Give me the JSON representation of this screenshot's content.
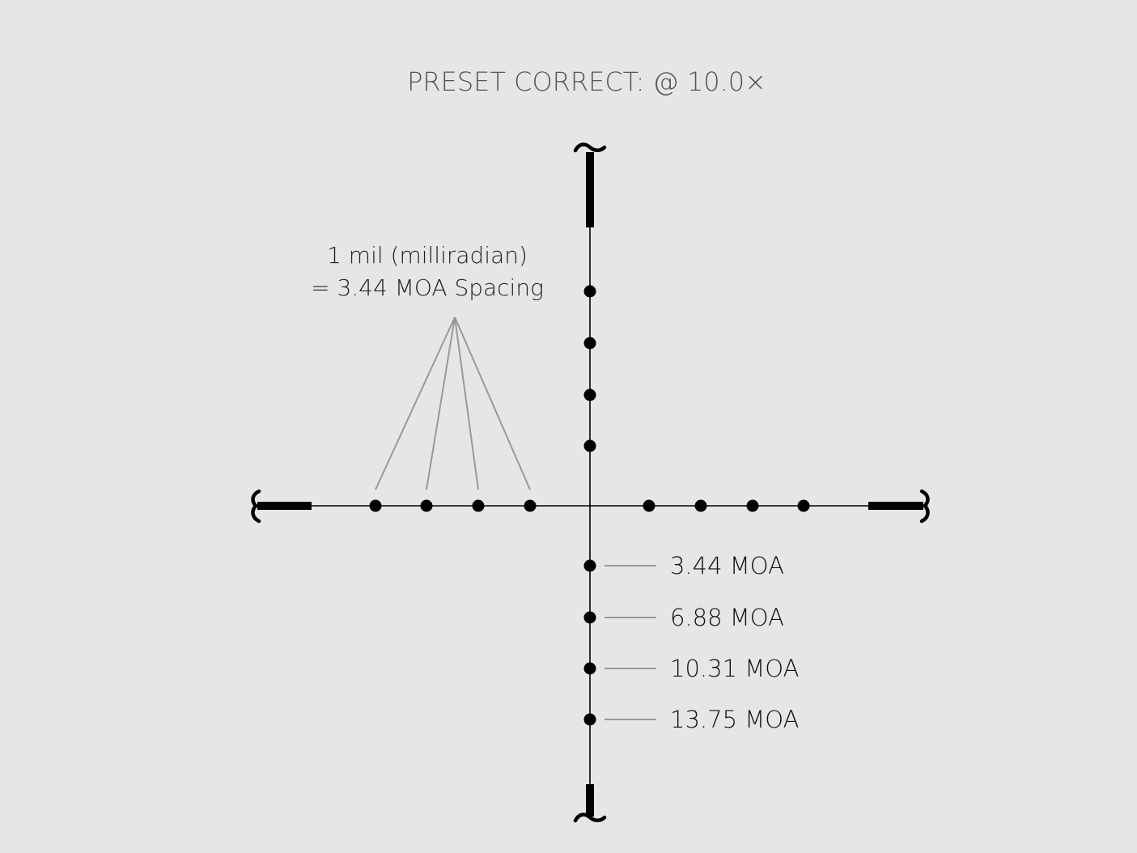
{
  "title": "PRESET CORRECT: @ 10.0×",
  "callout": {
    "line1": "1 mil (milliradian)",
    "line2": "= 3.44 MOA Spacing"
  },
  "holdover_labels": [
    {
      "text": "3.44 MOA"
    },
    {
      "text": "6.88 MOA"
    },
    {
      "text": "10.31 MOA"
    },
    {
      "text": "13.75 MOA"
    }
  ],
  "reticle": {
    "dots_per_side": 4,
    "dot_spacing_mil": 1
  },
  "colors": {
    "background": "#e6e6e6",
    "reticle": "#000000",
    "leader_lines": "#999999",
    "title": "#555555"
  }
}
